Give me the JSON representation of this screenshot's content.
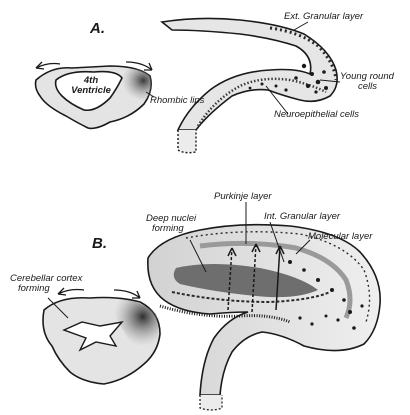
{
  "panels": [
    {
      "letter": "A.",
      "ventricle_line1": "4th",
      "ventricle_line2": "Ventricle",
      "labels": {
        "rhombic_lips": "Rhombic lips",
        "ext_granular": "Ext. Granular layer",
        "young_round_line1": "Young round",
        "young_round_line2": "cells",
        "neuroepithelial": "Neuroepithelial cells"
      }
    },
    {
      "letter": "B.",
      "labels": {
        "cerebellar_line1": "Cerebellar cortex",
        "cerebellar_line2": "forming",
        "deep_nuclei_line1": "Deep nuclei",
        "deep_nuclei_line2": "forming",
        "purkinje": "Purkinje layer",
        "int_granular": "Int. Granular layer",
        "molecular": "Molecular layer"
      }
    }
  ],
  "colors": {
    "ink": "#1a1a1a",
    "tissue": "#e6e6e6",
    "dark_tissue": "#4a4a4a",
    "band": "#7a7a7a",
    "paper": "#ffffff"
  }
}
